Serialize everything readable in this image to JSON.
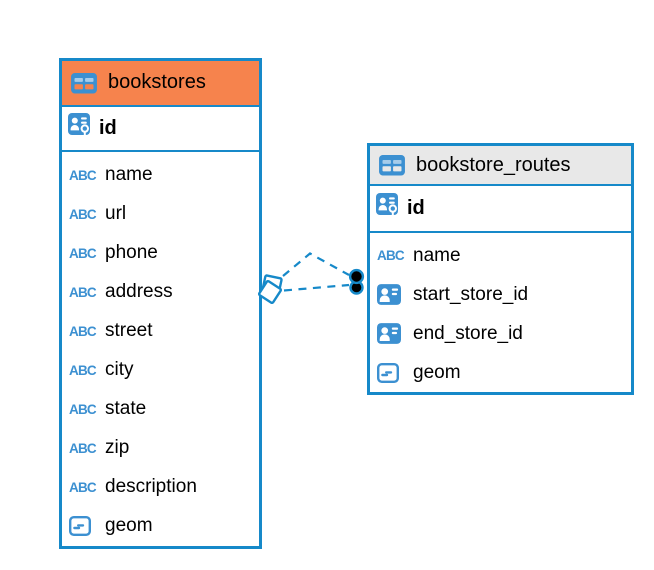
{
  "diagram": {
    "type": "database-entity-relationship-diagram",
    "colors": {
      "accent_blue": "#1689C9",
      "icon_blue": "#3C90D1",
      "icon_cell_blue": "#A6CCEA",
      "header_orange": "#F6834D",
      "header_gray": "#E8E8E8",
      "text": "#000000",
      "endpoint_black": "#000000",
      "background": "#FFFFFF"
    }
  },
  "icons": {
    "text_type_label": "ABC",
    "table_icon": "table-grid",
    "primary_key_icon": "id-card-with-key",
    "foreign_key_icon": "id-card",
    "geometry_icon": "box-with-dash"
  },
  "tables": [
    {
      "name": "bookstores",
      "header_style": "orange",
      "primary_key": {
        "name": "id",
        "role": "primary-key"
      },
      "fields": [
        {
          "name": "name",
          "type": "text"
        },
        {
          "name": "url",
          "type": "text"
        },
        {
          "name": "phone",
          "type": "text"
        },
        {
          "name": "address",
          "type": "text"
        },
        {
          "name": "street",
          "type": "text"
        },
        {
          "name": "city",
          "type": "text"
        },
        {
          "name": "state",
          "type": "text"
        },
        {
          "name": "zip",
          "type": "text"
        },
        {
          "name": "description",
          "type": "text"
        },
        {
          "name": "geom",
          "type": "geometry"
        }
      ]
    },
    {
      "name": "bookstore_routes",
      "header_style": "gray",
      "primary_key": {
        "name": "id",
        "role": "primary-key"
      },
      "fields": [
        {
          "name": "name",
          "type": "text"
        },
        {
          "name": "start_store_id",
          "type": "foreign-key"
        },
        {
          "name": "end_store_id",
          "type": "foreign-key"
        },
        {
          "name": "geom",
          "type": "geometry"
        }
      ]
    }
  ],
  "relationships": [
    {
      "from_table": "bookstore_routes",
      "to_table": "bookstores",
      "line_style": "dashed",
      "source_marker": "dot",
      "target_marker": "diamond"
    },
    {
      "from_table": "bookstore_routes",
      "to_table": "bookstores",
      "line_style": "dashed",
      "source_marker": "dot",
      "target_marker": "diamond"
    }
  ]
}
